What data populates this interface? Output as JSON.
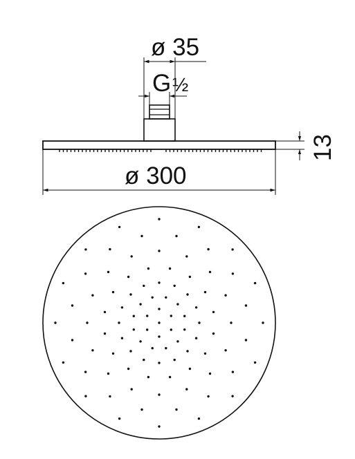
{
  "dimensions": {
    "stem_diameter": "ø 35",
    "thread_prefix": "G",
    "thread_size": "½",
    "plate_thickness": "13",
    "head_diameter": "ø 300"
  },
  "colors": {
    "line": "#111111",
    "background": "#ffffff"
  }
}
